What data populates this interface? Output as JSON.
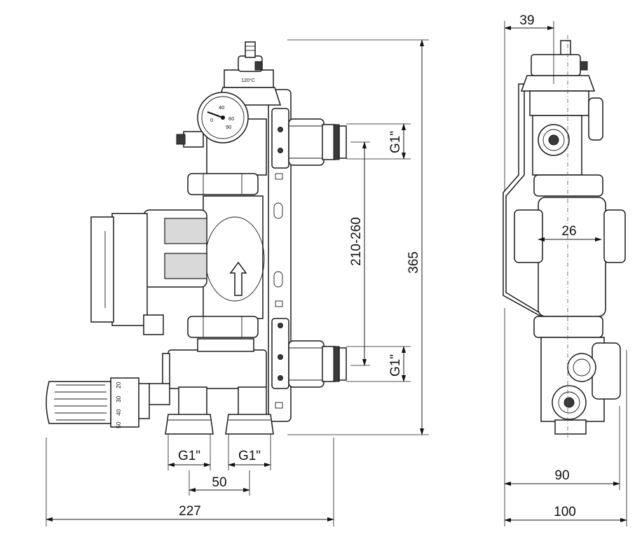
{
  "front_view": {
    "valve_label": "120°C",
    "gauge_scale": [
      "0",
      "40",
      "60",
      "90"
    ],
    "knob_scale": [
      "20",
      "30",
      "40",
      "50"
    ]
  },
  "dimensions": {
    "overall_height": "365",
    "center_distance": "210-260",
    "port_top": "G1\"",
    "port_bottom": "G1\"",
    "bottom_port_left": "G1\"",
    "bottom_port_right": "G1\"",
    "bottom_spacing": "50",
    "overall_width": "227",
    "side_offset": "39",
    "side_pipe": "26",
    "side_depth_inner": "90",
    "side_depth_outer": "100"
  }
}
